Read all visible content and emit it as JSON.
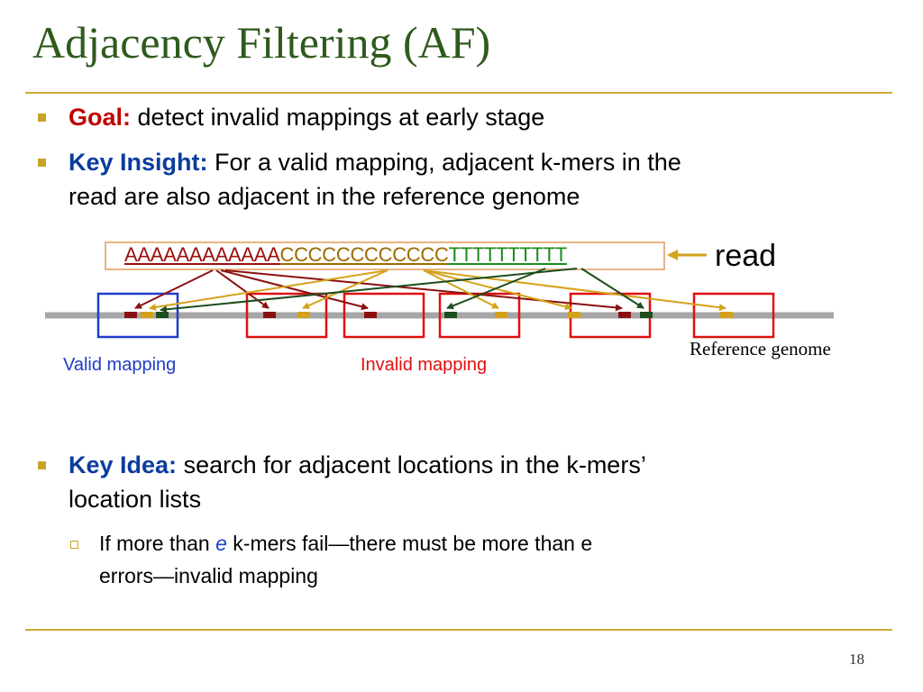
{
  "title": "Adjacency Filtering (AF)",
  "bullets": [
    {
      "label": "Goal:",
      "text": "detect invalid mappings at early stage"
    },
    {
      "label": "Key Insight:",
      "text_line1": "For a valid mapping, adjacent k-mers in the",
      "text_line2": "read are also adjacent in the reference genome"
    },
    {
      "label": "Key Idea:",
      "text_line1": "search for adjacent locations in the k-mers’",
      "text_line2": "location lists"
    }
  ],
  "sub_bullet": {
    "prefix": "If more than ",
    "emph": "e",
    "suffix": " k-mers fail—there must be more than e",
    "line2": "errors—invalid mapping"
  },
  "diagram": {
    "read_seq_a": "AAAAAAAAAAAA",
    "read_seq_c": "CCCCCCCCCCCC",
    "read_seq_t": "TTTTTTTTTT",
    "read_label": "read",
    "genome_label": "Reference genome",
    "valid_label": "Valid mapping",
    "invalid_label": "Invalid mapping",
    "colors": {
      "a_kmer": "#8b1010",
      "c_kmer": "#d4a21a",
      "t_kmer": "#1e4d1e",
      "valid_box": "#1f3cc8",
      "invalid_box": "#e01010",
      "genome": "#a6a6a6"
    }
  },
  "page_number": "18"
}
